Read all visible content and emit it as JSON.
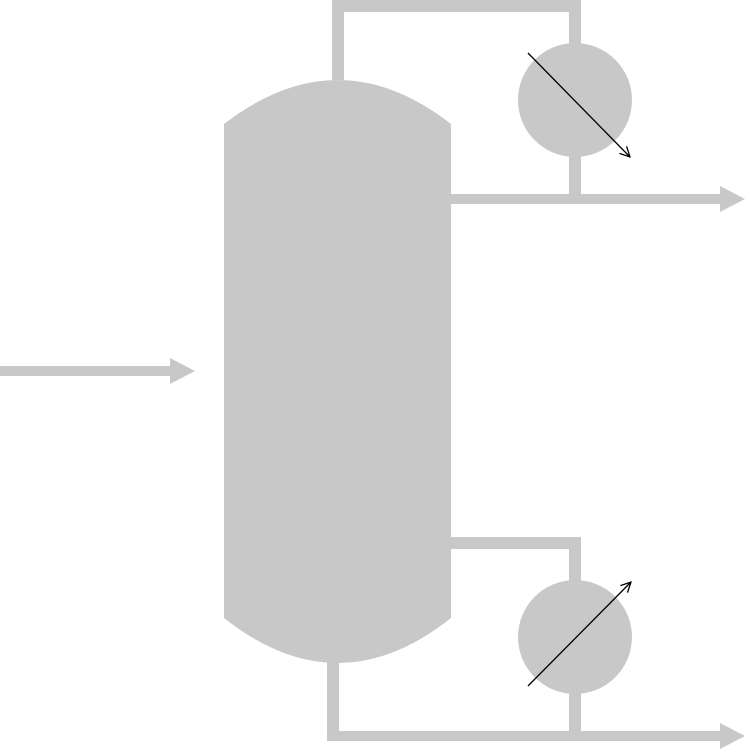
{
  "diagram": {
    "type": "process-flow",
    "equipment": [
      {
        "name": "distillation-column",
        "icon": "column-vessel-icon"
      },
      {
        "name": "condenser",
        "icon": "heat-exchanger-icon"
      },
      {
        "name": "reboiler",
        "icon": "heat-exchanger-icon"
      }
    ],
    "streams": [
      {
        "name": "feed-stream"
      },
      {
        "name": "top-product-stream"
      },
      {
        "name": "bottom-product-stream"
      }
    ]
  },
  "colors": {
    "equipment_fill": "#c8c8c8",
    "pipe": "#c8c8c8",
    "indicator_arrow": "#000000",
    "background": "#ffffff"
  }
}
